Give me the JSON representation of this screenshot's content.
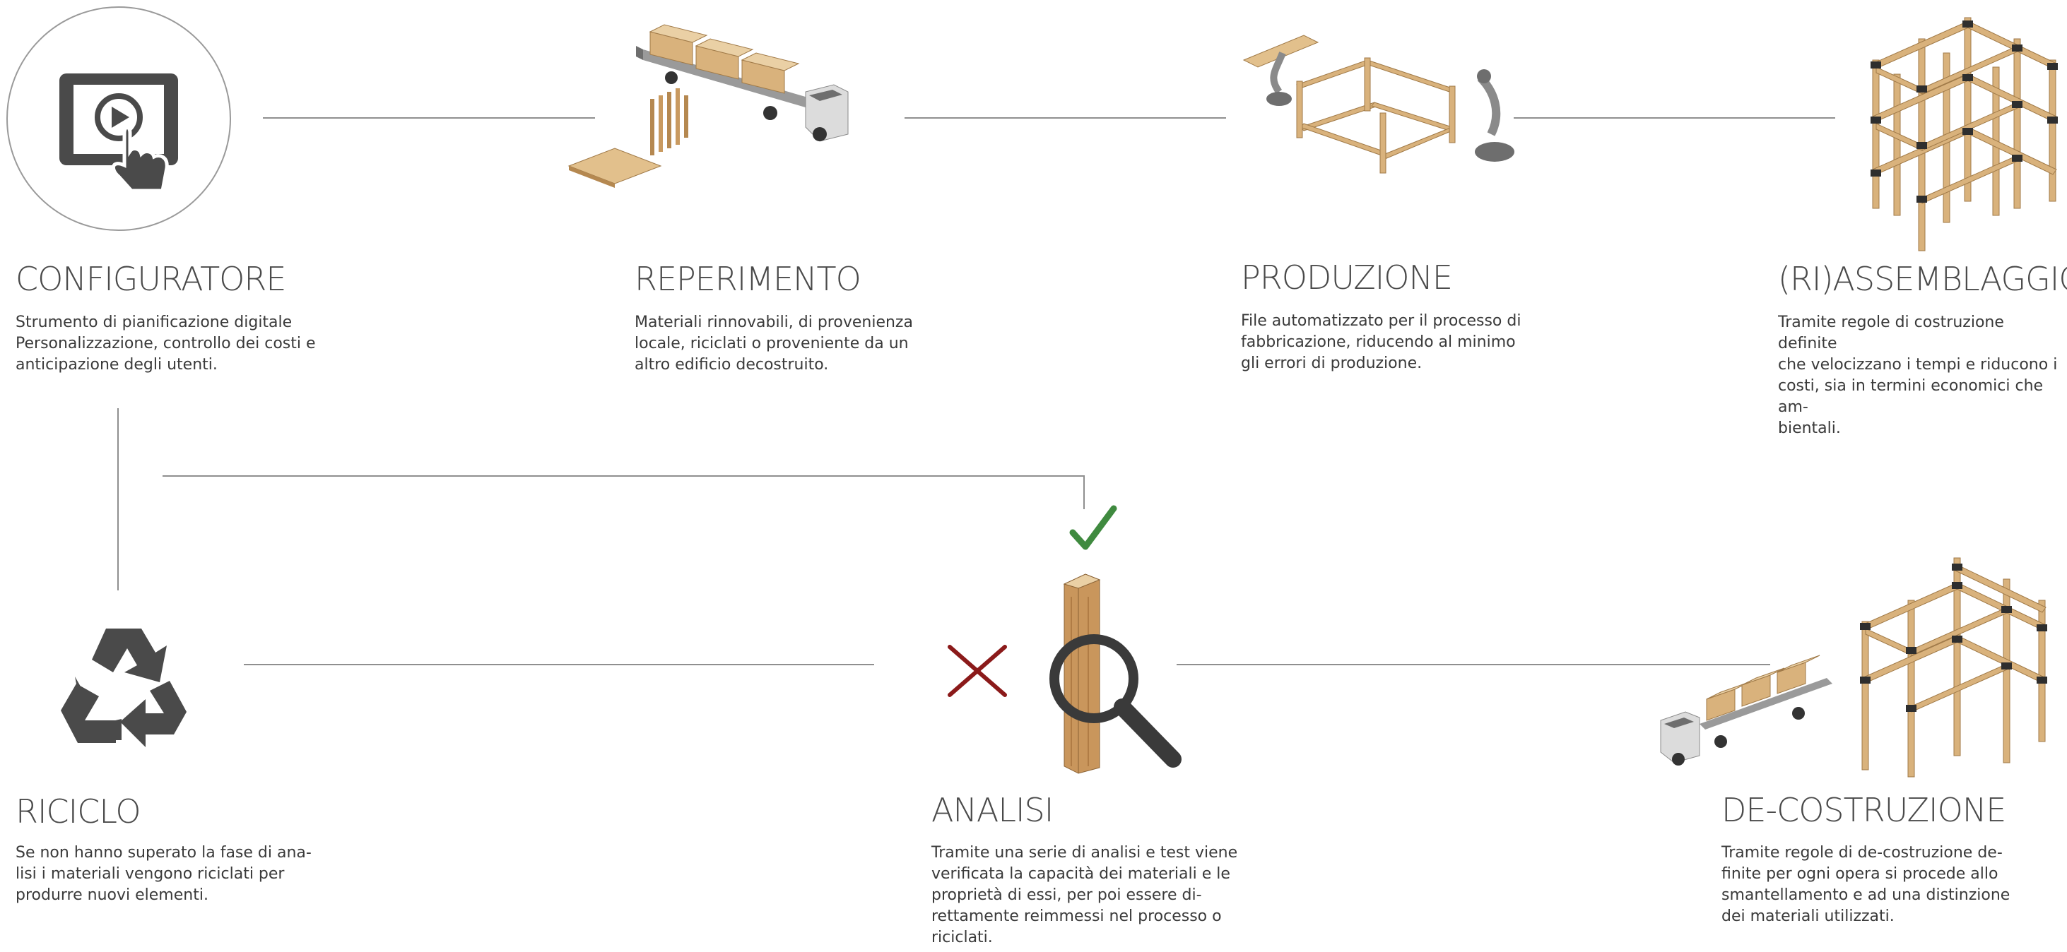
{
  "steps": {
    "configuratore": {
      "title": "CONFIGURATORE",
      "text": "Strumento di pianificazione digitale\nPersonalizzazione, controllo dei costi e\nanticipazione degli utenti.",
      "icon": "tablet-touch-play-icon"
    },
    "reperimento": {
      "title": "REPERIMENTO",
      "text": "Materiali rinnovabili, di provenienza\nlocale, riciclati o proveniente da un\naltro edificio decostruito.",
      "icon": "timber-truck-icon"
    },
    "produzione": {
      "title": "PRODUZIONE",
      "text": "File automatizzato per il processo di\nfabbricazione, riducendo al minimo\ngli errori di produzione.",
      "icon": "robotic-arm-frame-icon"
    },
    "riassemblaggio": {
      "title": "(RI)ASSEMBLAGGIO",
      "text": "Tramite regole di costruzione definite\nche velocizzano i tempi e riducono i\ncosti, sia in termini economici che am-\nbientali.",
      "icon": "timber-frame-structure-icon"
    },
    "riciclo": {
      "title": "RICICLO",
      "text": "Se non hanno superato la fase di ana-\nlisi i materiali vengono riciclati per\nprodurre nuovi elementi.",
      "icon": "recycle-icon"
    },
    "analisi": {
      "title": "ANALISI",
      "text": "Tramite una serie di analisi e test viene\nverificata la capacità dei materiali e le\nproprietà di essi, per poi essere  di-\nrettamente reimmessi nel processo  o\nriciclati.",
      "icon": "magnifier-timber-icon"
    },
    "decostruzione": {
      "title": "DE-COSTRUZIONE",
      "text": "Tramite regole di de-costruzione de-\nfinite per ogni opera si procede allo\nsmantellamento e ad una distinzione\ndei materiali utilizzati.",
      "icon": "deconstruction-truck-icon"
    }
  },
  "colors": {
    "line": "#8f8f8f",
    "icon_dark": "#4a4a4a",
    "wood": "#d9b27c",
    "check_green": "#3f8a3f",
    "cross_red": "#8b1a1a"
  }
}
